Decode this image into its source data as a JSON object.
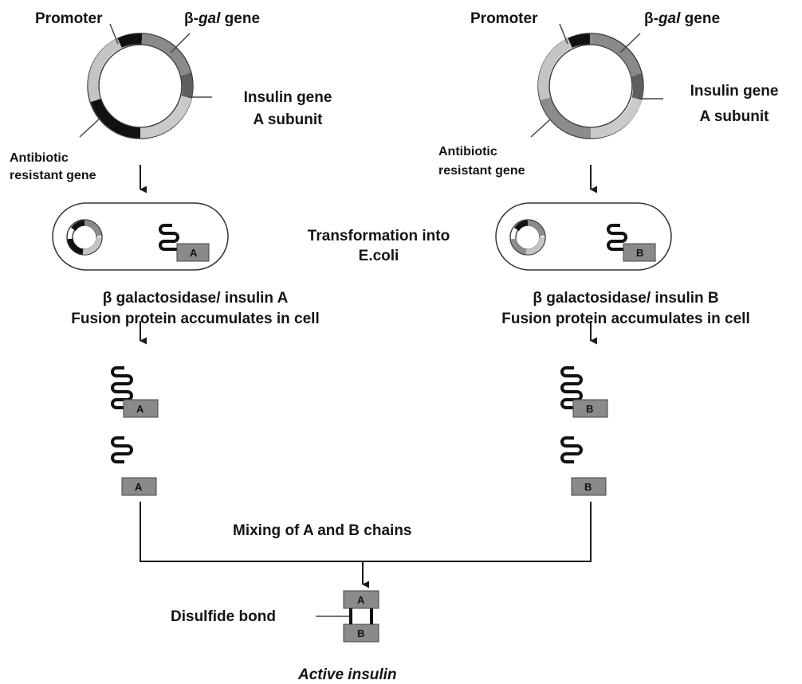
{
  "labels": {
    "left": {
      "promoter": "Promoter",
      "bgal_prefix": "β-",
      "bgal_ital": "gal",
      "bgal_suffix": " gene",
      "insulin_line1": "Insulin gene",
      "insulin_line2": "A subunit",
      "antibiotic_line1": "Antibiotic",
      "antibiotic_line2": "resistant gene",
      "fusion_line1": "β galactosidase/ insulin A",
      "fusion_line2": "Fusion protein accumulates in cell",
      "chain_letter": "A"
    },
    "right": {
      "promoter": "Promoter",
      "bgal_prefix": "β-",
      "bgal_ital": "gal",
      "bgal_suffix": " gene",
      "insulin_line1": "Insulin gene",
      "insulin_line2": "A subunit",
      "antibiotic_line1": "Antibiotic",
      "antibiotic_line2": "resistant gene",
      "fusion_line1": "β galactosidase/ insulin B",
      "fusion_line2": "Fusion protein accumulates in cell",
      "chain_letter": "B"
    },
    "transformation_line1": "Transformation  into",
    "transformation_line2": "E.coli",
    "mixing": "Mixing of A and B chains",
    "disulfide": "Disulfide bond",
    "active_insulin": "Active insulin"
  },
  "colors": {
    "black_segment": "#111111",
    "dark_gray_segment": "#6e6e6e",
    "mid_gray_segment": "#8c8c8c",
    "light_gray_segment": "#c4c4c4",
    "box_fill": "#8a8a8a",
    "line": "#1a1a1a"
  }
}
